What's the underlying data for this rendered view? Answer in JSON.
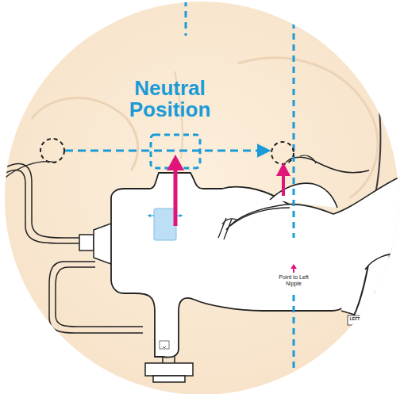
{
  "diagram": {
    "labels": [
      "Neutral Position",
      "Point to Left Nipple",
      "LEFT"
    ]
  }
}
